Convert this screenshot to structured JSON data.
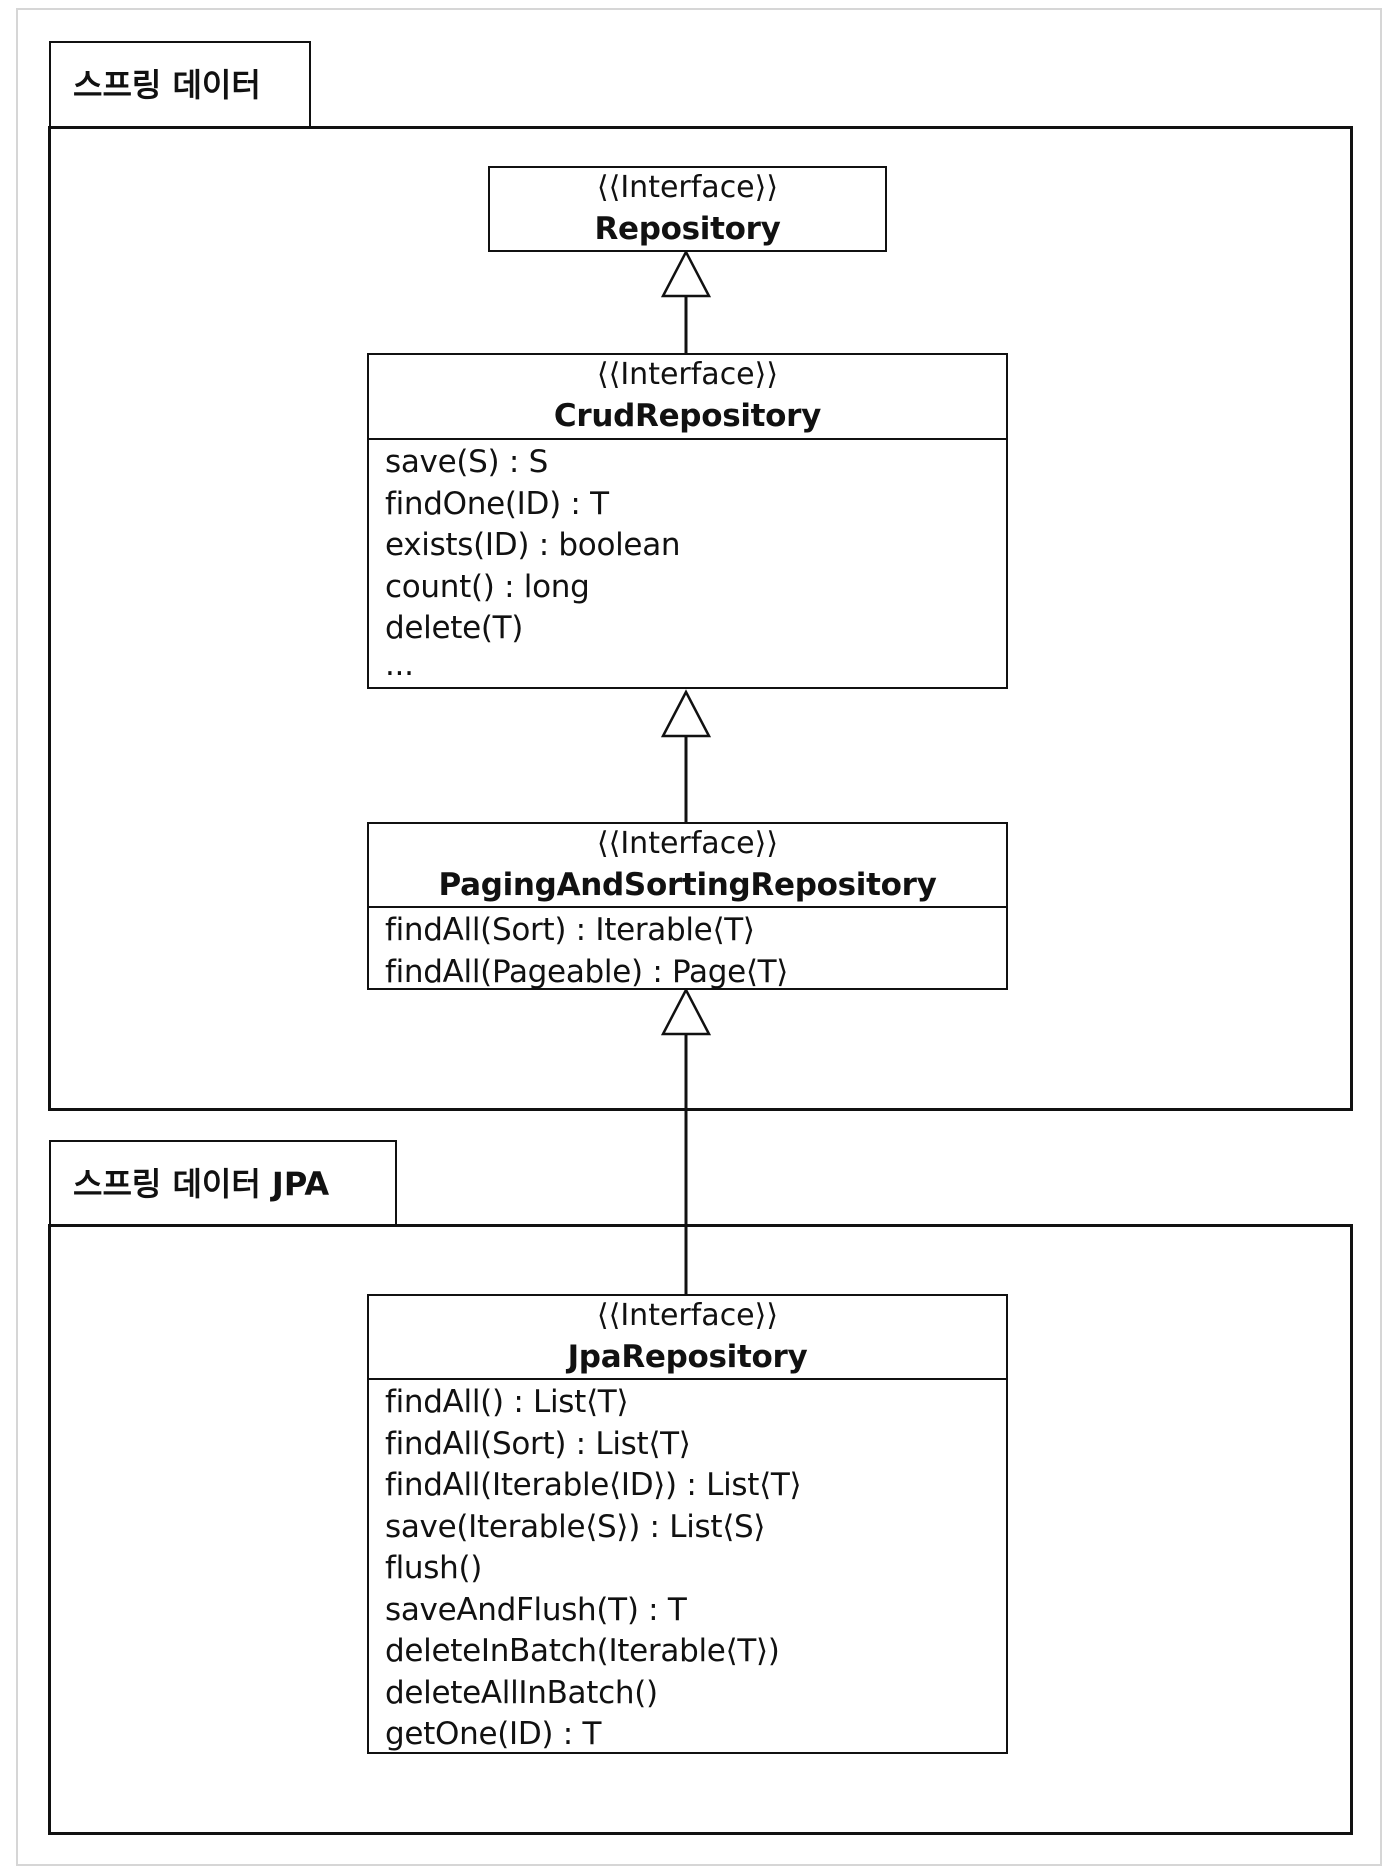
{
  "packages": {
    "spring_data": {
      "label": "스프링 데이터"
    },
    "spring_data_jpa": {
      "label": "스프링 데이터 JPA"
    }
  },
  "classes": {
    "repository": {
      "stereotype": "⟨⟨Interface⟩⟩",
      "name": "Repository",
      "members": []
    },
    "crud_repository": {
      "stereotype": "⟨⟨Interface⟩⟩",
      "name": "CrudRepository",
      "members": [
        "save(S) : S",
        "findOne(ID) : T",
        "exists(ID) : boolean",
        "count() : long",
        "delete(T)",
        "..."
      ]
    },
    "paging_and_sorting_repository": {
      "stereotype": "⟨⟨Interface⟩⟩",
      "name": "PagingAndSortingRepository",
      "members": [
        "findAll(Sort) : Iterable⟨T⟩",
        "findAll(Pageable) : Page⟨T⟩"
      ]
    },
    "jpa_repository": {
      "stereotype": "⟨⟨Interface⟩⟩",
      "name": "JpaRepository",
      "members": [
        "findAll() : List⟨T⟩",
        "findAll(Sort) : List⟨T⟩",
        "findAll(Iterable⟨ID⟩) : List⟨T⟩",
        "save(Iterable⟨S⟩) : List⟨S⟩",
        "flush()",
        "saveAndFlush(T) : T",
        "deleteInBatch(Iterable⟨T⟩)",
        "deleteAllInBatch()",
        "getOne(ID) : T"
      ]
    }
  },
  "relations": [
    {
      "type": "generalization",
      "from": "CrudRepository",
      "to": "Repository"
    },
    {
      "type": "generalization",
      "from": "PagingAndSortingRepository",
      "to": "CrudRepository"
    },
    {
      "type": "generalization",
      "from": "JpaRepository",
      "to": "PagingAndSortingRepository"
    }
  ]
}
